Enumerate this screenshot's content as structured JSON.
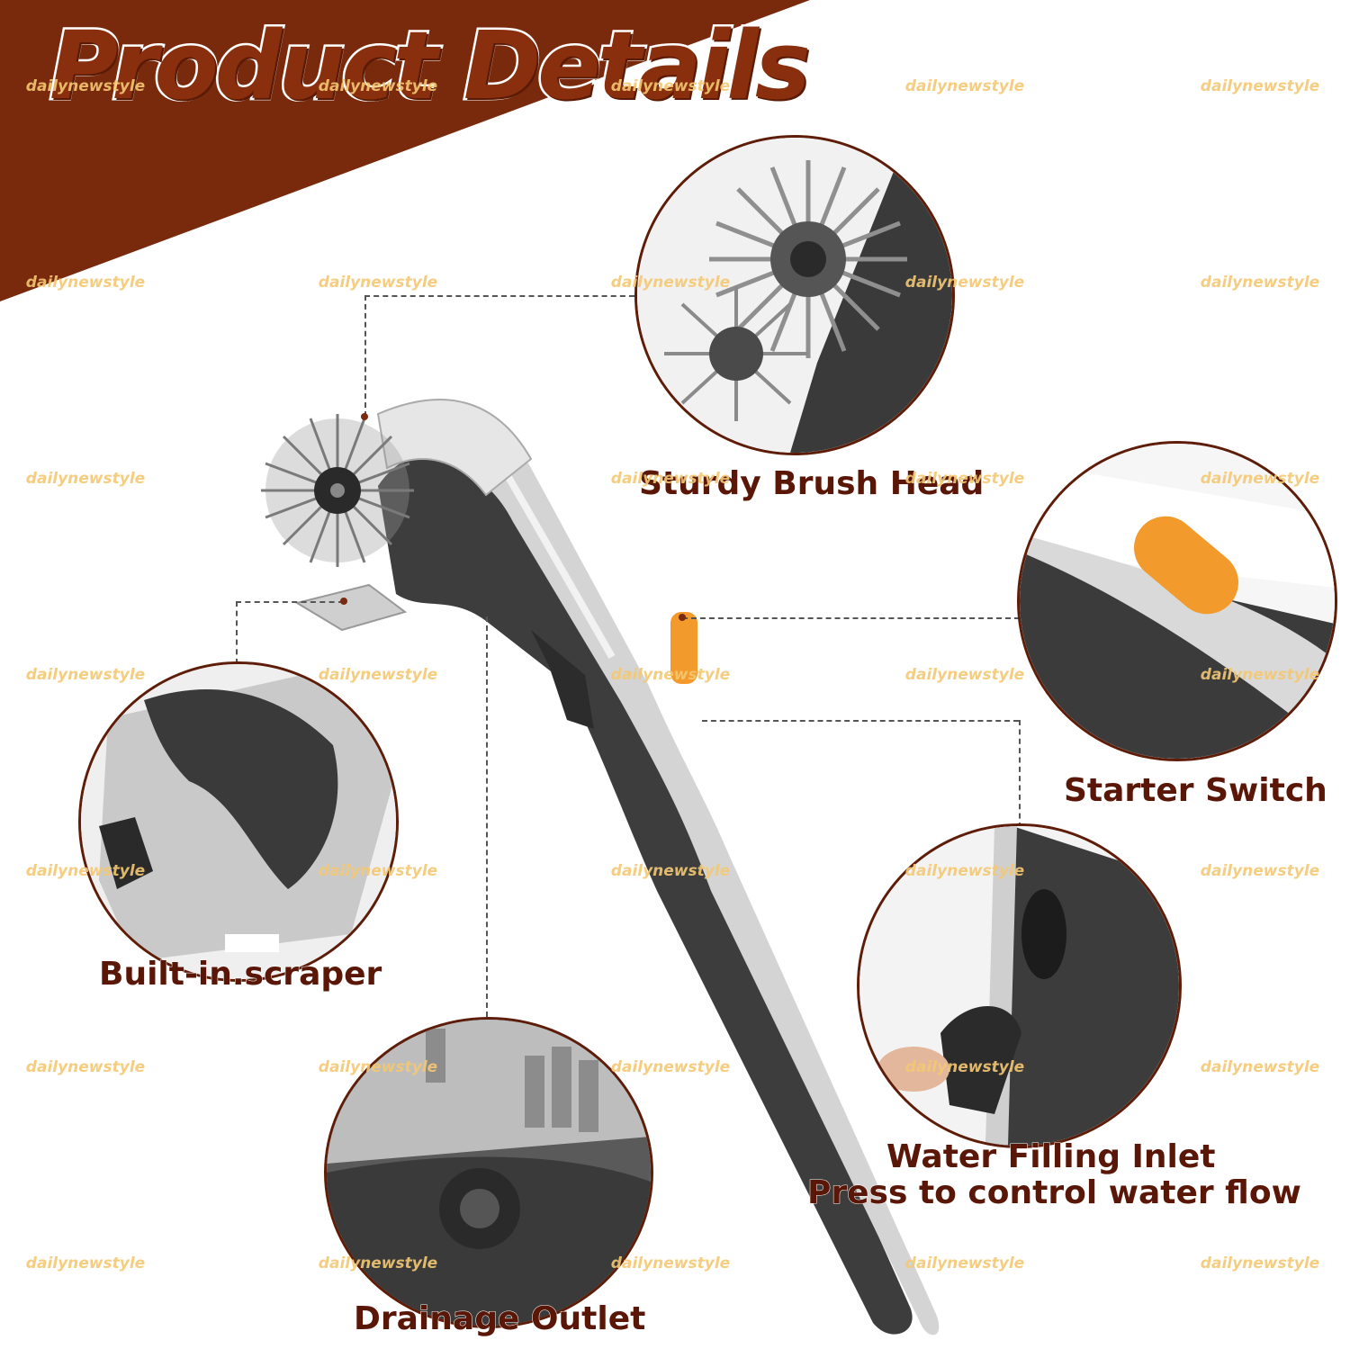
{
  "header": {
    "title": "Product Details"
  },
  "watermark": {
    "text": "dailynewstyle"
  },
  "callouts": {
    "brush_head": "Sturdy Brush Head",
    "starter_switch": "Starter Switch",
    "scraper": "Built-in.scraper",
    "water_inlet_line1": "Water Filling Inlet",
    "water_inlet_line2": "Press to control water flow",
    "drainage": "Drainage Outlet"
  },
  "icons": [
    "brush-head-detail-icon",
    "starter-switch-detail-icon",
    "scraper-detail-icon",
    "water-inlet-detail-icon",
    "drainage-outlet-detail-icon"
  ],
  "colors": {
    "banner": "#7a2a0c",
    "title_fill": "#8a2f0e",
    "label": "#5a1707",
    "circle_border": "#5e1d08",
    "switch_orange": "#f39a2c",
    "watermark": "#f4c873",
    "handle_dark": "#3d3d3d",
    "handle_silver": "#d8d8d8"
  }
}
